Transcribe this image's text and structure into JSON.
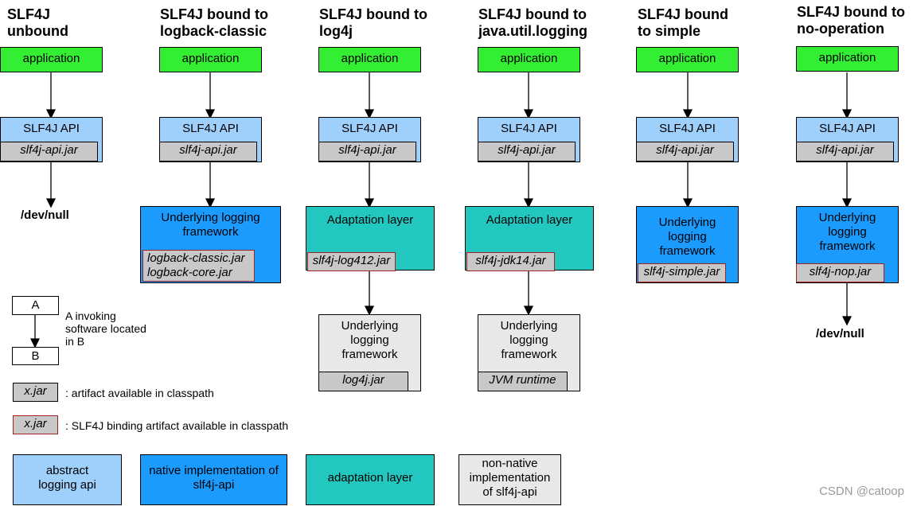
{
  "columns": [
    {
      "id": "c1",
      "title": "SLF4J unbound",
      "application": "application",
      "api": "SLF4J API",
      "api_jar": "slf4j-api.jar",
      "end": "/dev/null"
    },
    {
      "id": "c2",
      "title": "SLF4J bound to logback-classic",
      "application": "application",
      "api": "SLF4J API",
      "api_jar": "slf4j-api.jar",
      "native_label": "Underlying logging framework",
      "native_jars": [
        "logback-classic.jar",
        "logback-core.jar"
      ]
    },
    {
      "id": "c3",
      "title": "SLF4J bound to log4j",
      "application": "application",
      "api": "SLF4J API",
      "api_jar": "slf4j-api.jar",
      "adapt_label": "Adaptation layer",
      "adapt_jar": "slf4j-log412.jar",
      "nonnative_label": "Underlying logging framework",
      "nonnative_jar": "log4j.jar"
    },
    {
      "id": "c4",
      "title": "SLF4J bound to java.util.logging",
      "application": "application",
      "api": "SLF4J API",
      "api_jar": "slf4j-api.jar",
      "adapt_label": "Adaptation layer",
      "adapt_jar": "slf4j-jdk14.jar",
      "nonnative_label": "Underlying logging framework",
      "nonnative_jar": "JVM runtime"
    },
    {
      "id": "c5",
      "title": "SLF4J bound to simple",
      "application": "application",
      "api": "SLF4J API",
      "api_jar": "slf4j-api.jar",
      "native_label": "Underlying logging framework",
      "native_jar": "slf4j-simple.jar"
    },
    {
      "id": "c6",
      "title": "SLF4J bound to no-operation",
      "application": "application",
      "api": "SLF4J API",
      "api_jar": "slf4j-api.jar",
      "native_label": "Underlying logging framework",
      "native_jar": "slf4j-nop.jar",
      "end": "/dev/null"
    }
  ],
  "legend": {
    "box_a": "A",
    "box_b": "B",
    "invoking": "A invoking software located in B",
    "jar_sample": "x.jar",
    "jar_desc": ": artifact available in classpath",
    "binding_sample": "x.jar",
    "binding_desc": ": SLF4J binding artifact available in classpath",
    "key_abstract": "abstract logging api",
    "key_native": "native implementation of slf4j-api",
    "key_adapt": "adaptation layer",
    "key_nonnative": "non-native implementation of slf4j-api"
  },
  "watermark": "CSDN @catoop",
  "colors": {
    "application": "#33ee33",
    "abstract": "#9fcffb",
    "native": "#1c9bff",
    "adaptation": "#22c8c0",
    "non_native": "#e8e8e8",
    "jar": "#c8c8c8",
    "binding_border": "#a12020"
  }
}
